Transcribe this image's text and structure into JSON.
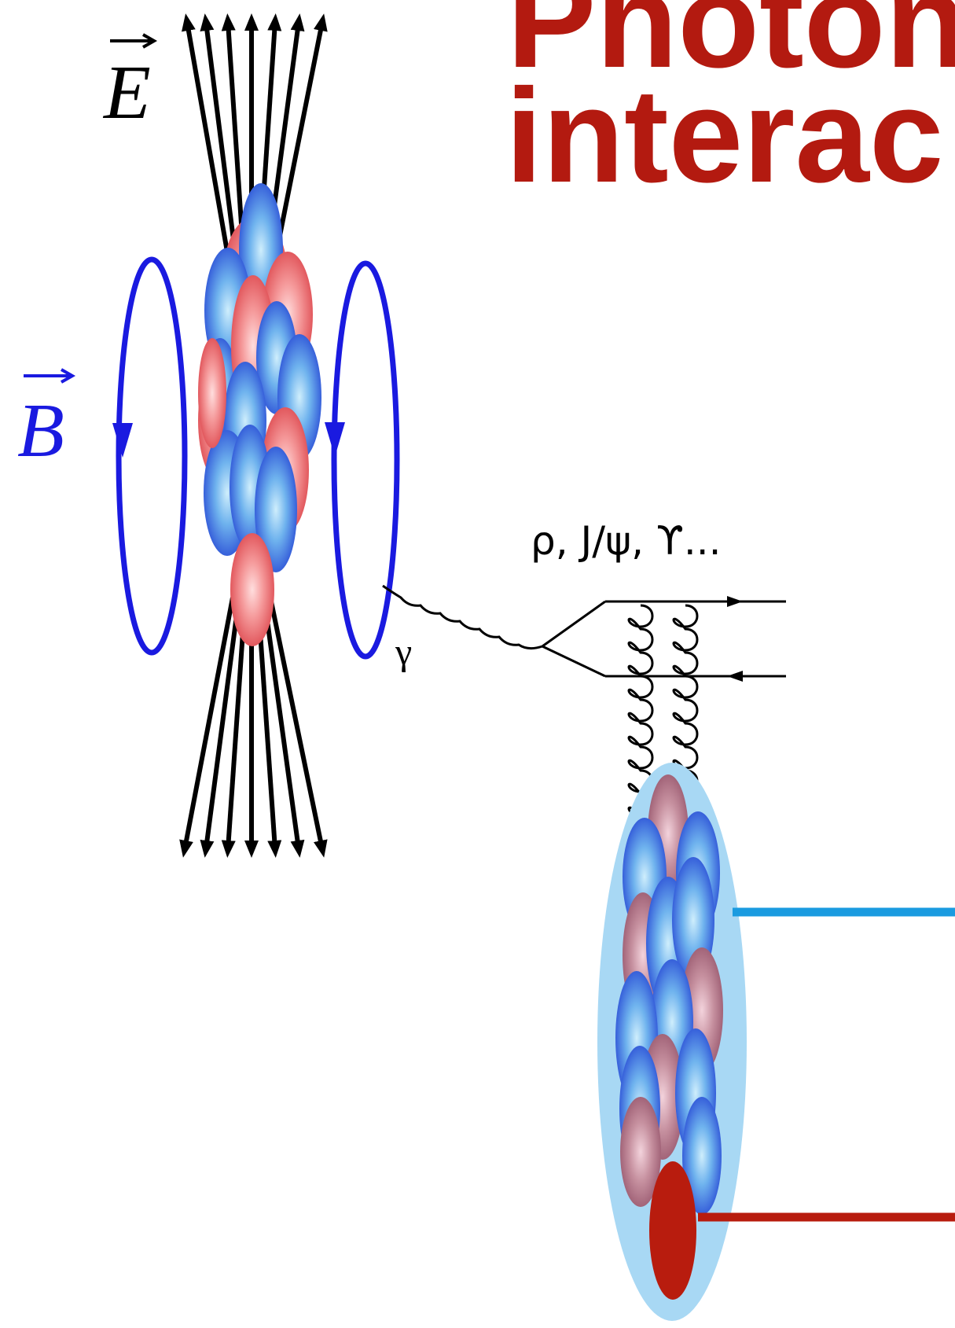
{
  "title": {
    "line1": "Photon",
    "line2": "interac"
  },
  "labels": {
    "e_field": "E",
    "b_field": "B",
    "photon": "γ",
    "vector_mesons": "ρ, J/ψ, ϒ..."
  },
  "colors": {
    "title": "#b31a10",
    "magnetic_field": "#1a1ae0",
    "field_lines": "#000000",
    "proton": "#e5575a",
    "neutron": "#2f6de0",
    "target_halo": "#a8d8f4",
    "cyan_pointer": "#1a9be0",
    "red_pointer": "#b81c0e",
    "hot_spot": "#b81c0e"
  },
  "icons": [
    "up-arrow-icon",
    "down-arrow-icon",
    "vector-arrow-icon"
  ]
}
